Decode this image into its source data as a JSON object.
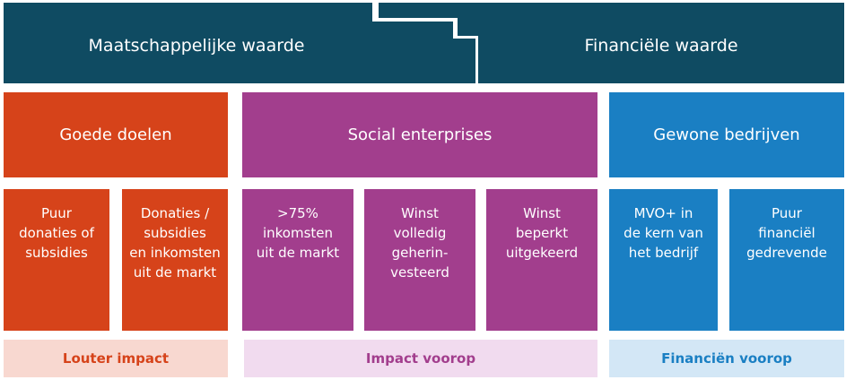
{
  "colors": {
    "teal": "#0f4b62",
    "orange": "#d6431a",
    "purple": "#a23e8d",
    "blue": "#1a7fc3",
    "orange_light": "#f8d8d0",
    "purple_light": "#f1dbef",
    "blue_light": "#d3e7f6"
  },
  "top": {
    "left_label": "Maatschappelijke waarde",
    "right_label": "Financiële waarde"
  },
  "columns": [
    {
      "header": "Goede doelen",
      "cells": [
        "Puur\ndonaties of\nsubsidies",
        "Donaties /\nsubsidies\nen inkomsten\nuit de markt"
      ],
      "band": "Louter impact"
    },
    {
      "header": "Social enterprises",
      "cells": [
        ">75%\ninkomsten\nuit de markt",
        "Winst\nvolledig\ngeherin-\nvesteerd",
        "Winst\nbeperkt\nuitgekeerd"
      ],
      "band": "Impact voorop"
    },
    {
      "header": "Gewone bedrijven",
      "cells": [
        "MVO+ in\nde kern van\nhet bedrijf",
        "Puur\nfinanciël\ngedrevende"
      ],
      "band": "Financiën voorop"
    }
  ]
}
